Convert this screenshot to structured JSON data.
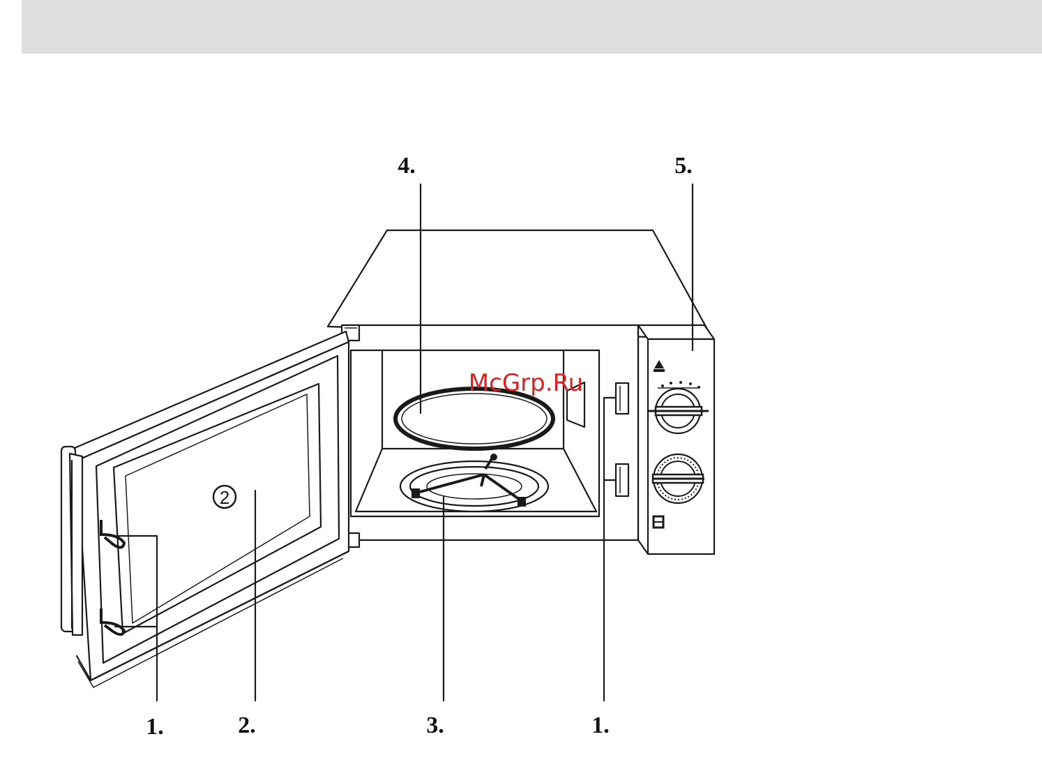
{
  "header": {
    "band_color": "#dedede"
  },
  "callouts": {
    "door_latch_left": "1.",
    "door_window": "2.",
    "turntable_support": "3.",
    "glass_tray": "4.",
    "control_panel": "5.",
    "door_latch_right": "1."
  },
  "watermark": {
    "text": "McGrp.Ru",
    "color": "#e02020"
  },
  "door": {
    "center_mark": "2"
  }
}
